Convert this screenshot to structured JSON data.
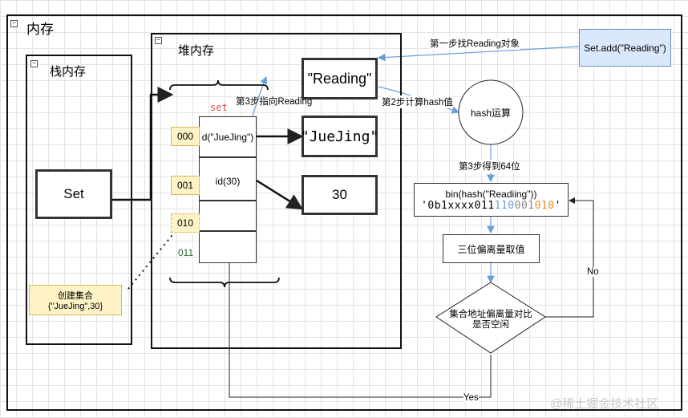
{
  "frames": {
    "memory": "内存",
    "stack": "栈内存",
    "heap": "堆内存"
  },
  "stack_set": "Set",
  "set_label": "set",
  "heap_objects": {
    "reading": "\"Reading\"",
    "juejing": "\"JueJing\"",
    "thirty": "30"
  },
  "table": {
    "indices": [
      "000",
      "001",
      "010",
      "011"
    ],
    "cells": [
      "d(\"JueJing\")",
      "id(30)",
      "",
      ""
    ]
  },
  "create_note": {
    "line1": "创建集合",
    "line2": "{\"JueJing\",30}"
  },
  "set_add": "Set.add(\"Reading\")",
  "hash_op": "hash运算",
  "binary": {
    "expr": "bin(hash(\"Readiing\"))",
    "prefix": "'0b1xxxx011",
    "p1": "110",
    "p2": "001",
    "p3": "010",
    "suffix": "'"
  },
  "offset_step": "三位偏离量取值",
  "decision": {
    "line1": "集合地址偏离量对比",
    "line2": "是否空闲"
  },
  "edge_labels": {
    "step1": "第一步找Reading对象",
    "step2": "第2步计算hash值",
    "step3a": "第3步得到64位",
    "step3b": "第3步指向Reading",
    "no": "No",
    "yes": "Yes"
  },
  "watermark": "@稀土掘金技术社区"
}
